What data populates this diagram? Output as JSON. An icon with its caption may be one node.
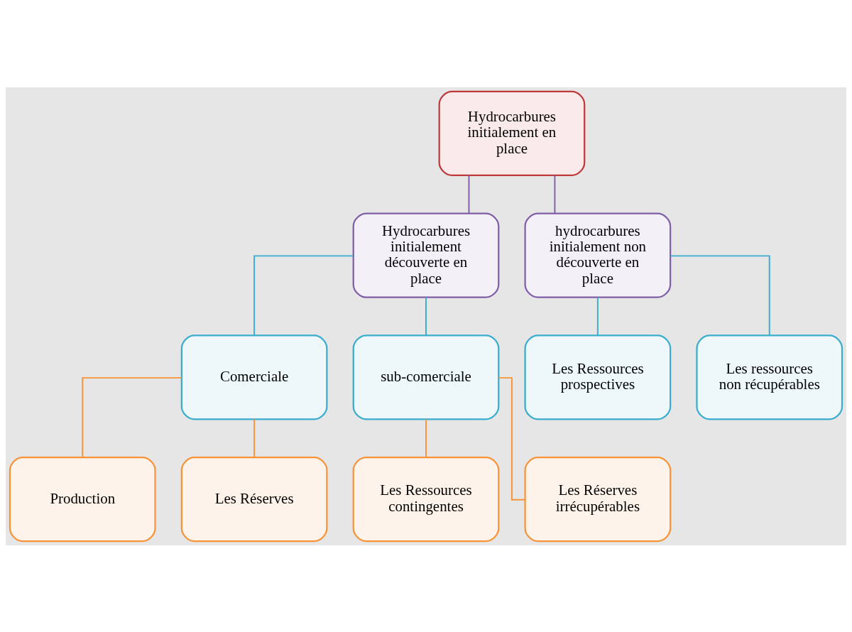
{
  "diagram": {
    "nodes": [
      {
        "text": [
          "Hydrocarbures initialement en place"
        ]
      },
      {
        "text": [
          "Hydrocarbures initialement découverte en place"
        ]
      },
      {
        "text": [
          "hydrocarbures initialement non découverte en place"
        ]
      },
      {
        "text": [
          "Comerciale"
        ]
      },
      {
        "text": [
          "sub-comerciale"
        ]
      },
      {
        "text": [
          "Les Ressources prospectives"
        ]
      },
      {
        "text": [
          "Les ressources non récupérables"
        ]
      },
      {
        "text": [
          "Production"
        ]
      },
      {
        "text": [
          "Les Réserves"
        ]
      },
      {
        "text": [
          "Les Ressources contingentes"
        ]
      },
      {
        "text": [
          "Les Réserves irrécupérables"
        ]
      }
    ],
    "edges": [
      {
        "from": 0,
        "to": 1,
        "arrow": "none",
        "color": "#7f5fa8"
      },
      {
        "from": 0,
        "to": 2,
        "arrow": "none",
        "color": "#7f5fa8"
      },
      {
        "from": 1,
        "to": 3,
        "arrow": "none",
        "color": "#3aaccd"
      },
      {
        "from": 1,
        "to": 4,
        "arrow": "none",
        "color": "#3aaccd"
      },
      {
        "from": 2,
        "to": 5,
        "arrow": "none",
        "color": "#3aaccd"
      },
      {
        "from": 2,
        "to": 6,
        "arrow": "none",
        "color": "#3aaccd"
      },
      {
        "from": 3,
        "to": 7,
        "arrow": "none",
        "color": "#f7943a"
      },
      {
        "from": 3,
        "to": 8,
        "arrow": "none",
        "color": "#f7943a"
      },
      {
        "from": 4,
        "to": 9,
        "arrow": "none",
        "color": "#f7943a"
      },
      {
        "from": 4,
        "to": 10,
        "arrow": "none",
        "color": "#f7943a"
      }
    ]
  }
}
